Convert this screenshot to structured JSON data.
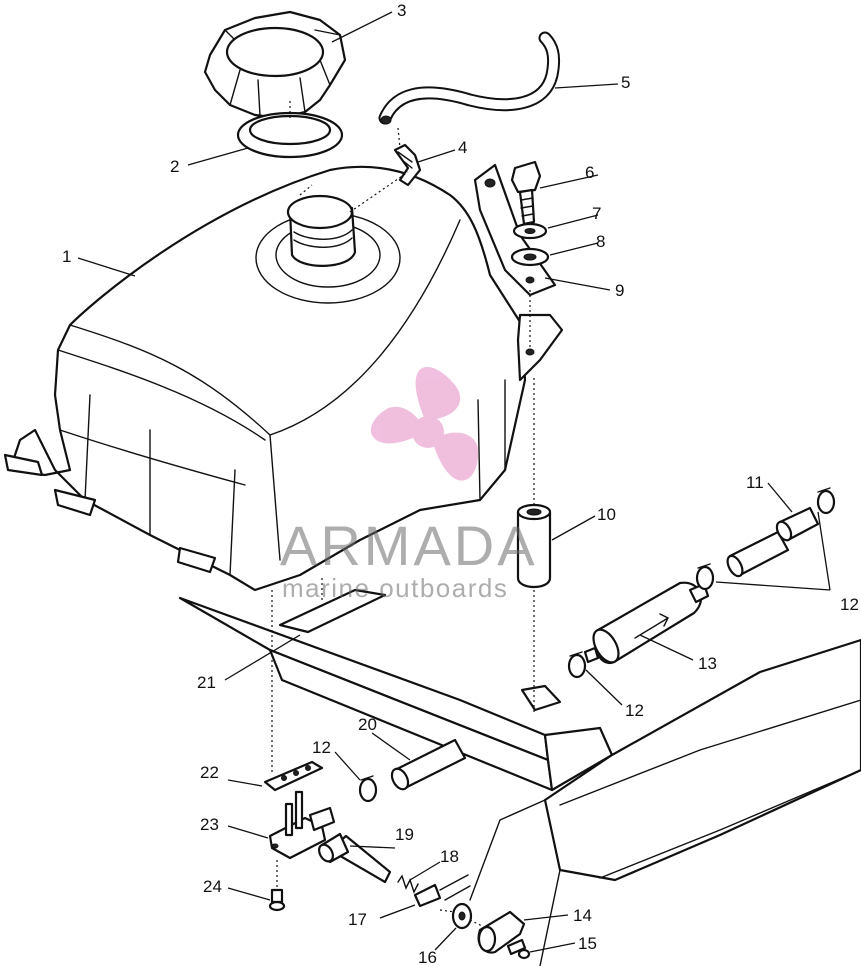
{
  "diagram": {
    "callouts": [
      {
        "id": "c1",
        "label": "1"
      },
      {
        "id": "c2",
        "label": "2"
      },
      {
        "id": "c3",
        "label": "3"
      },
      {
        "id": "c4",
        "label": "4"
      },
      {
        "id": "c5",
        "label": "5"
      },
      {
        "id": "c6",
        "label": "6"
      },
      {
        "id": "c7",
        "label": "7"
      },
      {
        "id": "c8",
        "label": "8"
      },
      {
        "id": "c9",
        "label": "9"
      },
      {
        "id": "c10",
        "label": "10"
      },
      {
        "id": "c11",
        "label": "11"
      },
      {
        "id": "c12a",
        "label": "12"
      },
      {
        "id": "c12b",
        "label": "12"
      },
      {
        "id": "c12c",
        "label": "12"
      },
      {
        "id": "c13",
        "label": "13"
      },
      {
        "id": "c14",
        "label": "14"
      },
      {
        "id": "c15",
        "label": "15"
      },
      {
        "id": "c16",
        "label": "16"
      },
      {
        "id": "c17",
        "label": "17"
      },
      {
        "id": "c18",
        "label": "18"
      },
      {
        "id": "c19",
        "label": "19"
      },
      {
        "id": "c20",
        "label": "20"
      },
      {
        "id": "c21",
        "label": "21"
      },
      {
        "id": "c22",
        "label": "22"
      },
      {
        "id": "c23",
        "label": "23"
      },
      {
        "id": "c24",
        "label": "24"
      }
    ]
  },
  "watermark": {
    "brand": "ARMADA",
    "tagline": "marine outboards",
    "logo_color": "#e58bc4",
    "text_color": "#6b6b6b"
  }
}
